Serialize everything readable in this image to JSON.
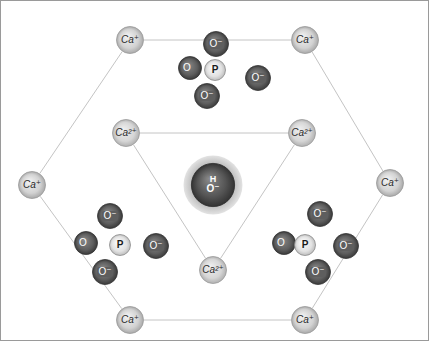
{
  "diagram": {
    "nodes": [
      {
        "text": [
          "Ca⁺"
        ]
      },
      {
        "text": [
          "Ca⁺"
        ]
      },
      {
        "text": [
          "O"
        ]
      },
      {
        "text": [
          "O⁻"
        ]
      },
      {
        "text": [
          "P"
        ]
      },
      {
        "text": [
          "O⁻"
        ]
      },
      {
        "text": [
          "O⁻"
        ]
      },
      {
        "text": [
          "Ca²⁺"
        ]
      },
      {
        "text": [
          "Ca²⁺"
        ]
      },
      {
        "text": [
          "Ca⁺"
        ]
      },
      {
        "text": [
          "H",
          "O⁻"
        ]
      },
      {
        "text": [
          "Ca⁺"
        ]
      },
      {
        "text": [
          "O"
        ]
      },
      {
        "text": [
          "O⁻"
        ]
      },
      {
        "text": [
          "P"
        ]
      },
      {
        "text": [
          "O⁻"
        ]
      },
      {
        "text": [
          "O⁻"
        ]
      },
      {
        "text": [
          "O"
        ]
      },
      {
        "text": [
          "O⁻"
        ]
      },
      {
        "text": [
          "P"
        ]
      },
      {
        "text": [
          "O⁻"
        ]
      },
      {
        "text": [
          "O⁻"
        ]
      },
      {
        "text": [
          "Ca²⁺"
        ]
      },
      {
        "text": [
          "Ca⁺"
        ]
      },
      {
        "text": [
          "Ca⁺"
        ]
      }
    ],
    "edges": [
      {
        "from": 0,
        "to": 1,
        "arrow": "none"
      },
      {
        "from": 1,
        "to": 11,
        "arrow": "none"
      },
      {
        "from": 11,
        "to": 24,
        "arrow": "none"
      },
      {
        "from": 24,
        "to": 23,
        "arrow": "none"
      },
      {
        "from": 23,
        "to": 9,
        "arrow": "none"
      },
      {
        "from": 9,
        "to": 0,
        "arrow": "none"
      },
      {
        "from": 7,
        "to": 8,
        "arrow": "none"
      },
      {
        "from": 8,
        "to": 22,
        "arrow": "none"
      },
      {
        "from": 22,
        "to": 7,
        "arrow": "none"
      }
    ]
  }
}
